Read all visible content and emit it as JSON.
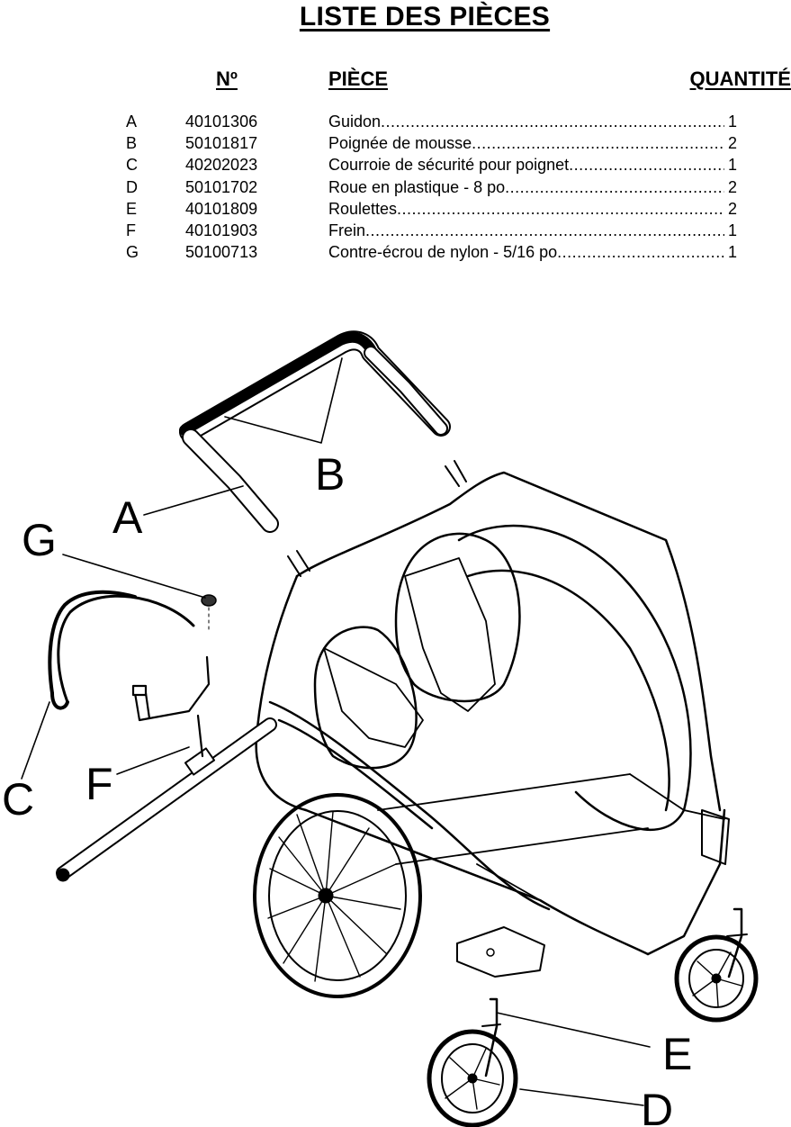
{
  "title": "LISTE DES PIÈCES",
  "headers": {
    "no": "Nº",
    "piece": "PIÈCE",
    "quantity": "QUANTITÉ"
  },
  "parts": [
    {
      "letter": "A",
      "code": "40101306",
      "desc": "Guidon",
      "qty": "1"
    },
    {
      "letter": "B",
      "code": "50101817",
      "desc": "Poignée de mousse",
      "qty": "2"
    },
    {
      "letter": "C",
      "code": "40202023",
      "desc": "Courroie de sécurité pour poignet",
      "qty": "1"
    },
    {
      "letter": "D",
      "code": "50101702",
      "desc": "Roue en plastique - 8 po",
      "qty": "2"
    },
    {
      "letter": "E",
      "code": "40101809",
      "desc": "Roulettes",
      "qty": "2"
    },
    {
      "letter": "F",
      "code": "40101903",
      "desc": "Frein",
      "qty": "1"
    },
    {
      "letter": "G",
      "code": "50100713",
      "desc": "Contre-écrou de nylon - 5/16 po",
      "qty": "1"
    }
  ],
  "callouts": {
    "A": "A",
    "B": "B",
    "C": "C",
    "D": "D",
    "E": "E",
    "F": "F",
    "G": "G"
  },
  "dot_leader": "..............................................................................................."
}
